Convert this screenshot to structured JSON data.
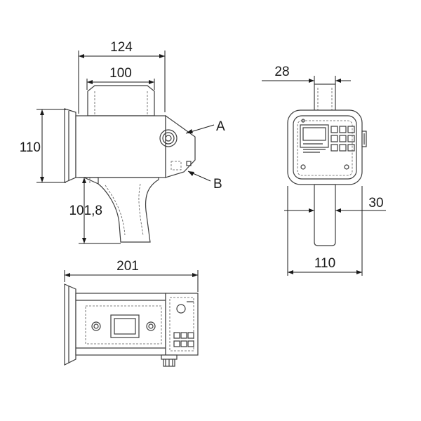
{
  "dimensions": {
    "side_top_outer": "124",
    "side_top_inner": "100",
    "side_height": "110",
    "side_grip": "101,8",
    "bottom_length": "201",
    "front_top": "28",
    "front_grip": "30",
    "front_width": "110"
  },
  "callouts": {
    "a": "A",
    "b": "B"
  },
  "colors": {
    "line": "#3c3c3c",
    "dimension": "#1a1a1a",
    "background": "#ffffff"
  }
}
